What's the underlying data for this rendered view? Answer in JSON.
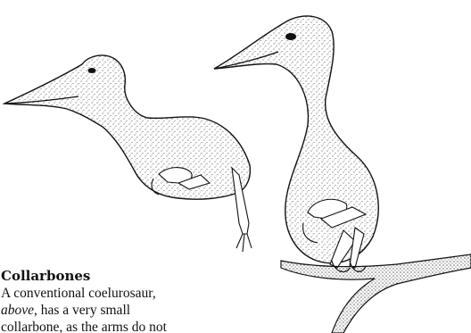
{
  "caption": {
    "title": "Collarbones",
    "line1": "A conventional coelurosaur,",
    "line2_em": "above",
    "line2_rest": ", has a very small",
    "line3": "collarbone, as the arms do not"
  }
}
